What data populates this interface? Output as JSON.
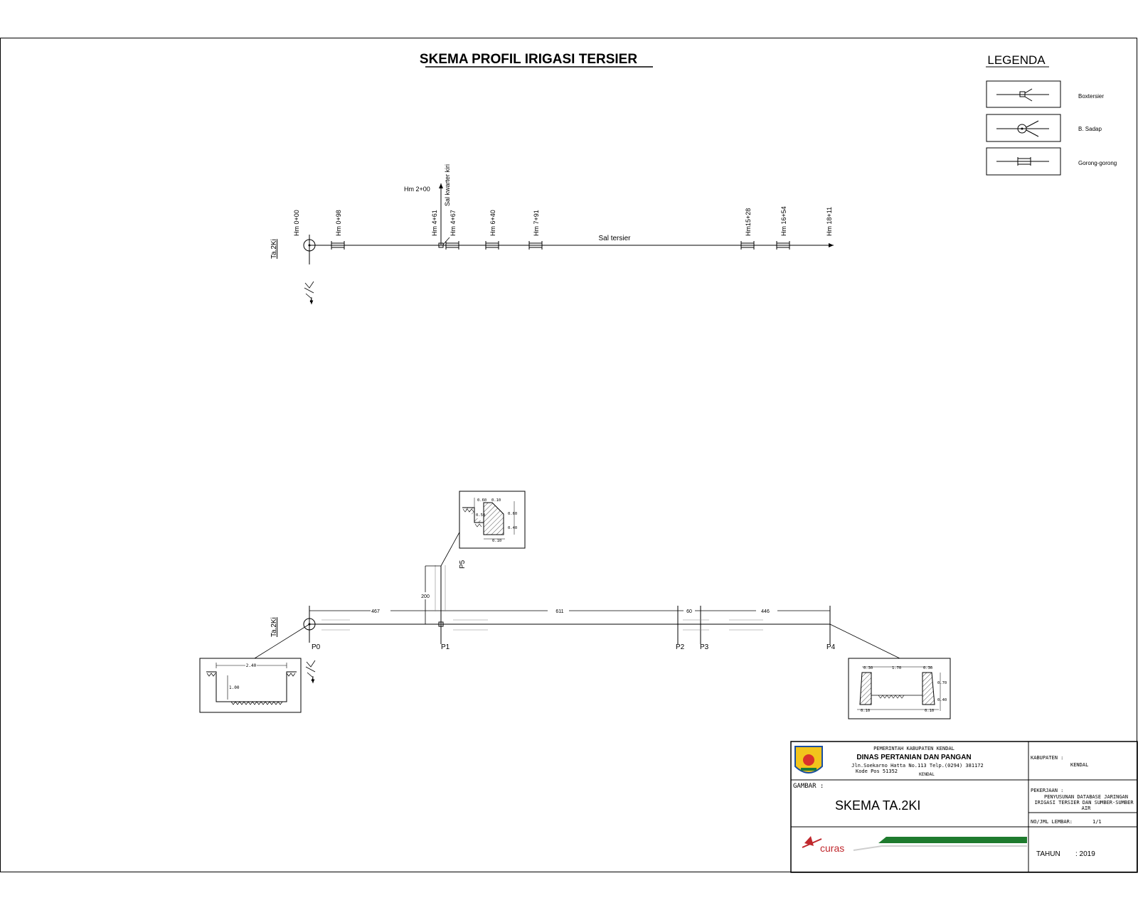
{
  "title": "SKEMA PROFIL IRIGASI TERSIER",
  "legend": {
    "title": "LEGENDA",
    "items": [
      {
        "label": "Boxtersier",
        "icon": "box-tersier-icon"
      },
      {
        "label": "B. Sadap",
        "icon": "b-sadap-icon"
      },
      {
        "label": "Gorong-gorong",
        "icon": "gorong-gorong-icon"
      }
    ]
  },
  "schema": {
    "origin_label": "Ta.2Ki",
    "channel_label": "Sal tersier",
    "branch_label": "Sal kwarter kiri",
    "branch_hm": "Hm 2+00",
    "stations": [
      "Hm 0+00",
      "Hm 0+98",
      "Hm 4+61",
      "Hm 4+67",
      "Hm 6+40",
      "Hm 7+91",
      "Hm15+28",
      "Hm 16+54",
      "Hm 18+11"
    ]
  },
  "profile": {
    "origin_label": "Ta.2Ki",
    "points": [
      "P0",
      "P1",
      "P2",
      "P3",
      "P4",
      "P5"
    ],
    "segments": [
      "467",
      "611",
      "60",
      "446"
    ],
    "branch_length": "200"
  },
  "sections": {
    "left": {
      "width": "2.40",
      "depth": "1.00"
    },
    "top": {
      "a": "0.60",
      "b": "0.10",
      "c": "0.50",
      "d": "0.60",
      "e": "0.40",
      "f": "0.10"
    },
    "right": {
      "a": "0.30",
      "b": "1.70",
      "c": "0.30",
      "d": "0.70",
      "e": "0.40",
      "f": "0.10",
      "g": "0.10"
    }
  },
  "title_block": {
    "gov": "PEMERINTAH KABUPATEN KENDAL",
    "dept": "DINAS PERTANIAN DAN PANGAN",
    "address": "Jln.Soekarno Hatta No.113 Telp.(0294) 381172",
    "postal": "Kode Pos 51352",
    "city": "KENDAL",
    "gambar_label": "GAMBAR :",
    "gambar_value": "SKEMA TA.2KI",
    "kabupaten_label": "KABUPATEN :",
    "kabupaten_value": "KENDAL",
    "pekerjaan_label": "PEKERJAAN :",
    "pekerjaan_value": [
      "PENYUSUNAN DATABASE JARINGAN",
      "IRIGASI TERSIER DAN SUMBER-SUMBER",
      "AIR"
    ],
    "lembar_label": "NO/JML LEMBAR:",
    "lembar_value": "1/1",
    "tahun_label": "TAHUN",
    "tahun_value": ": 2019",
    "brand": "curas",
    "colors": {
      "green": "#1e7b2e",
      "red": "#c0282d"
    }
  }
}
